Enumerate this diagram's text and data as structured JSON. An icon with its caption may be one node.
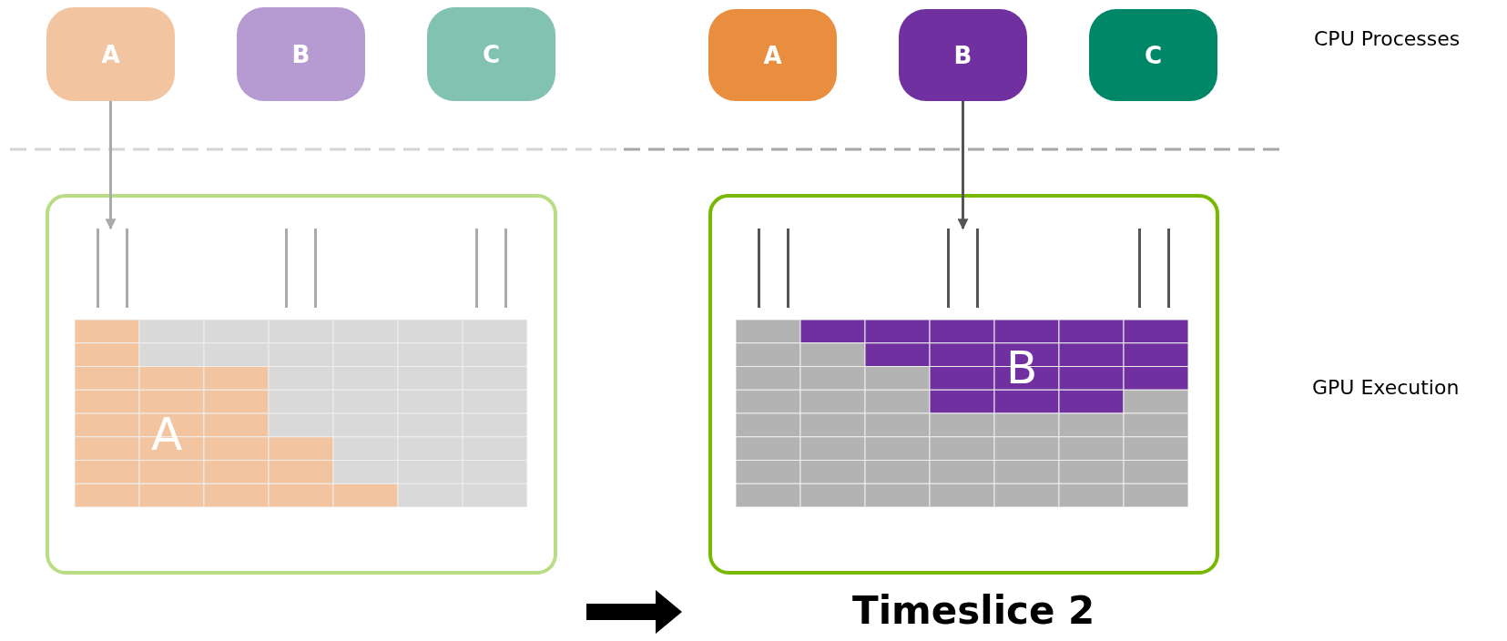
{
  "diagram": {
    "nodes": [
      {
        "text": [
          "A"
        ]
      },
      {
        "text": [
          "B"
        ]
      },
      {
        "text": [
          "C"
        ]
      },
      {
        "text": [
          "A"
        ]
      },
      {
        "text": [
          "B"
        ]
      },
      {
        "text": [
          "C"
        ]
      },
      {
        "text": [],
        "shape": "box"
      },
      {
        "text": [],
        "shape": "bar",
        "in": 6
      },
      {
        "text": [],
        "shape": "bar",
        "in": 6
      },
      {
        "text": [],
        "shape": "bar",
        "in": 6
      },
      {
        "text": [],
        "shape": "box"
      },
      {
        "text": [],
        "shape": "bar",
        "in": 10
      },
      {
        "text": [],
        "shape": "bar",
        "in": 10
      },
      {
        "text": [],
        "shape": "bar",
        "in": 10
      }
    ],
    "edges": [
      {
        "from": 0,
        "to": 7,
        "arrow": "to",
        "color": "#aaaaaa"
      },
      {
        "from": 4,
        "to": 12,
        "arrow": "to",
        "color": "#555555"
      }
    ],
    "labels": [
      "CPU Processes",
      "GPU Execution",
      "A",
      "B",
      "Timeslice 2"
    ]
  }
}
